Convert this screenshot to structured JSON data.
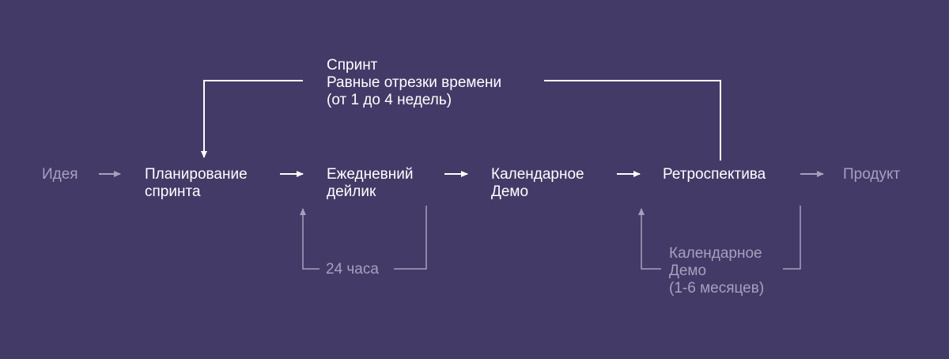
{
  "colors": {
    "background": "#443a67",
    "primary": "#ffffff",
    "muted": "#a6a0bf"
  },
  "sprint": {
    "title": "Спринт",
    "line2": "Равные отрезки времени",
    "line3": "(от 1 до 4 недель)"
  },
  "flow": {
    "idea": "Идея",
    "planning": {
      "line1": "Планирование",
      "line2": "спринта"
    },
    "daily": {
      "line1": "Ежедневний",
      "line2": "дейлик"
    },
    "demo": {
      "line1": "Календарное",
      "line2": "Демо"
    },
    "retro": "Ретроспектива",
    "product": "Продукт"
  },
  "loops": {
    "daily_period": "24 часа",
    "demo_period": {
      "line1": "Календарное",
      "line2": "Демо",
      "line3": "(1-6 месяцев)"
    }
  }
}
